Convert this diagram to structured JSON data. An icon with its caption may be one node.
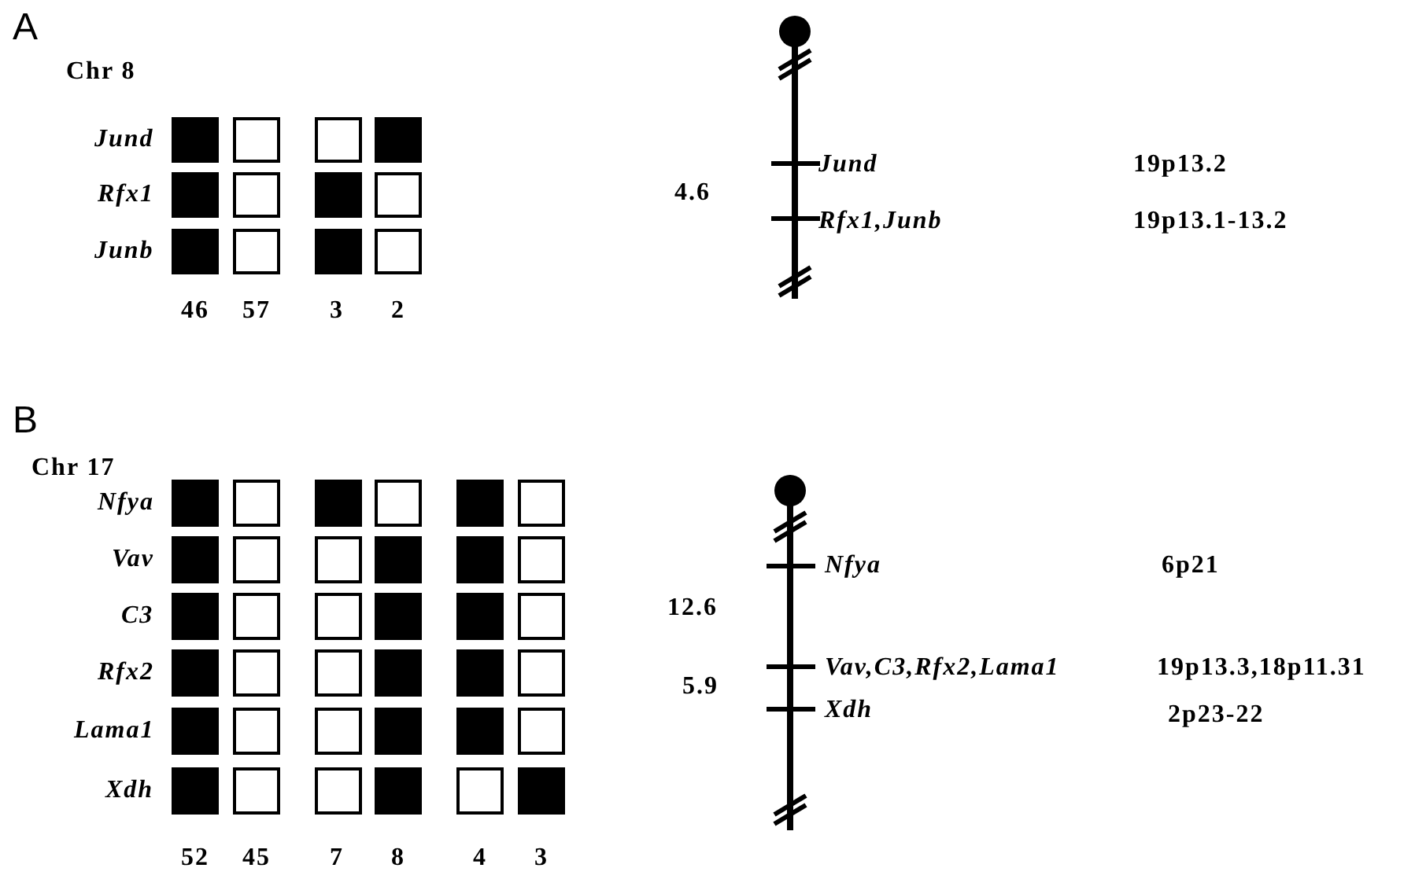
{
  "diagram": {
    "labels": [
      "A",
      "Chr 8",
      "Jund",
      "Rfx1",
      "Junb",
      "46",
      "57",
      "3",
      "2",
      "4.6",
      "Jund",
      "Rfx1,Junb",
      "19p13.2",
      "19p13.1-13.2",
      "B",
      "Chr 17",
      "Nfya",
      "Vav",
      "C3",
      "Rfx2",
      "Lama1",
      "Xdh",
      "52",
      "45",
      "7",
      "8",
      "4",
      "3",
      "12.6",
      "5.9",
      "Nfya",
      "Vav,C3,Rfx2,Lama1",
      "Xdh",
      "6p21",
      "19p13.3,18p11.31",
      "2p23-22"
    ]
  }
}
